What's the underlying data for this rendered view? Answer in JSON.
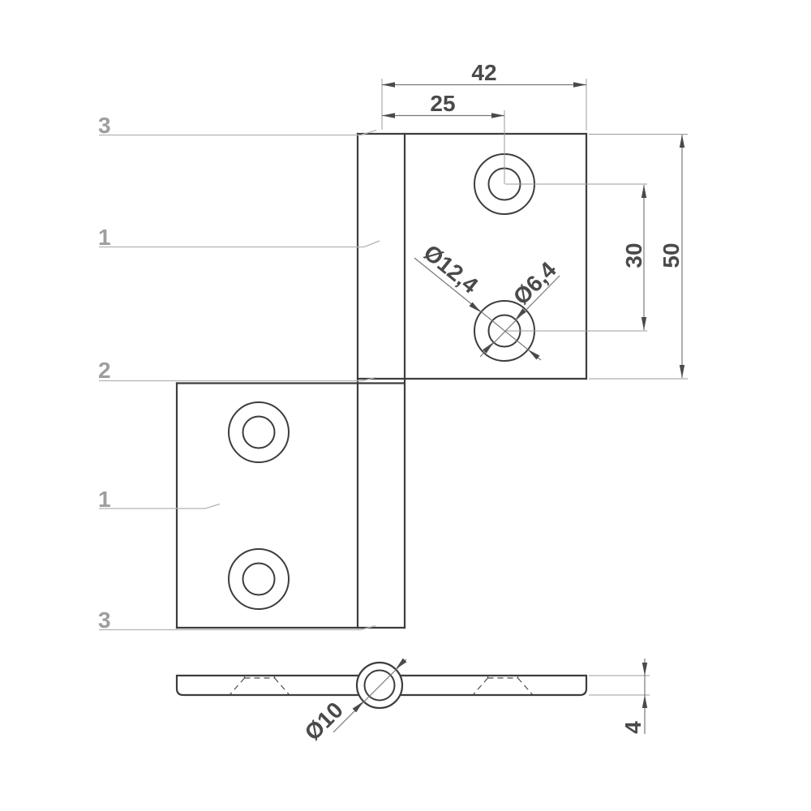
{
  "dimensions": {
    "plate_width": "42",
    "hole_offset": "25",
    "hole_spacing": "30",
    "plate_height": "50",
    "thickness": "4"
  },
  "diameters": {
    "countersink": "Ø12,4",
    "screw_hole": "Ø6,4",
    "knuckle": "Ø10"
  },
  "part_labels": {
    "top_knuckle": "3",
    "upper_leaf": "1",
    "pin": "2",
    "lower_leaf": "1",
    "bottom_knuckle": "3"
  },
  "colors": {
    "outline": "#3d3d3d",
    "dim_line": "#787878",
    "ext_line": "#9b9b9b",
    "leader": "#b4b4b4",
    "hidden_line": "#4a4a4a",
    "dim_text": "#4a4a4a",
    "label_text": "#9e9e9e",
    "background": "#ffffff"
  }
}
